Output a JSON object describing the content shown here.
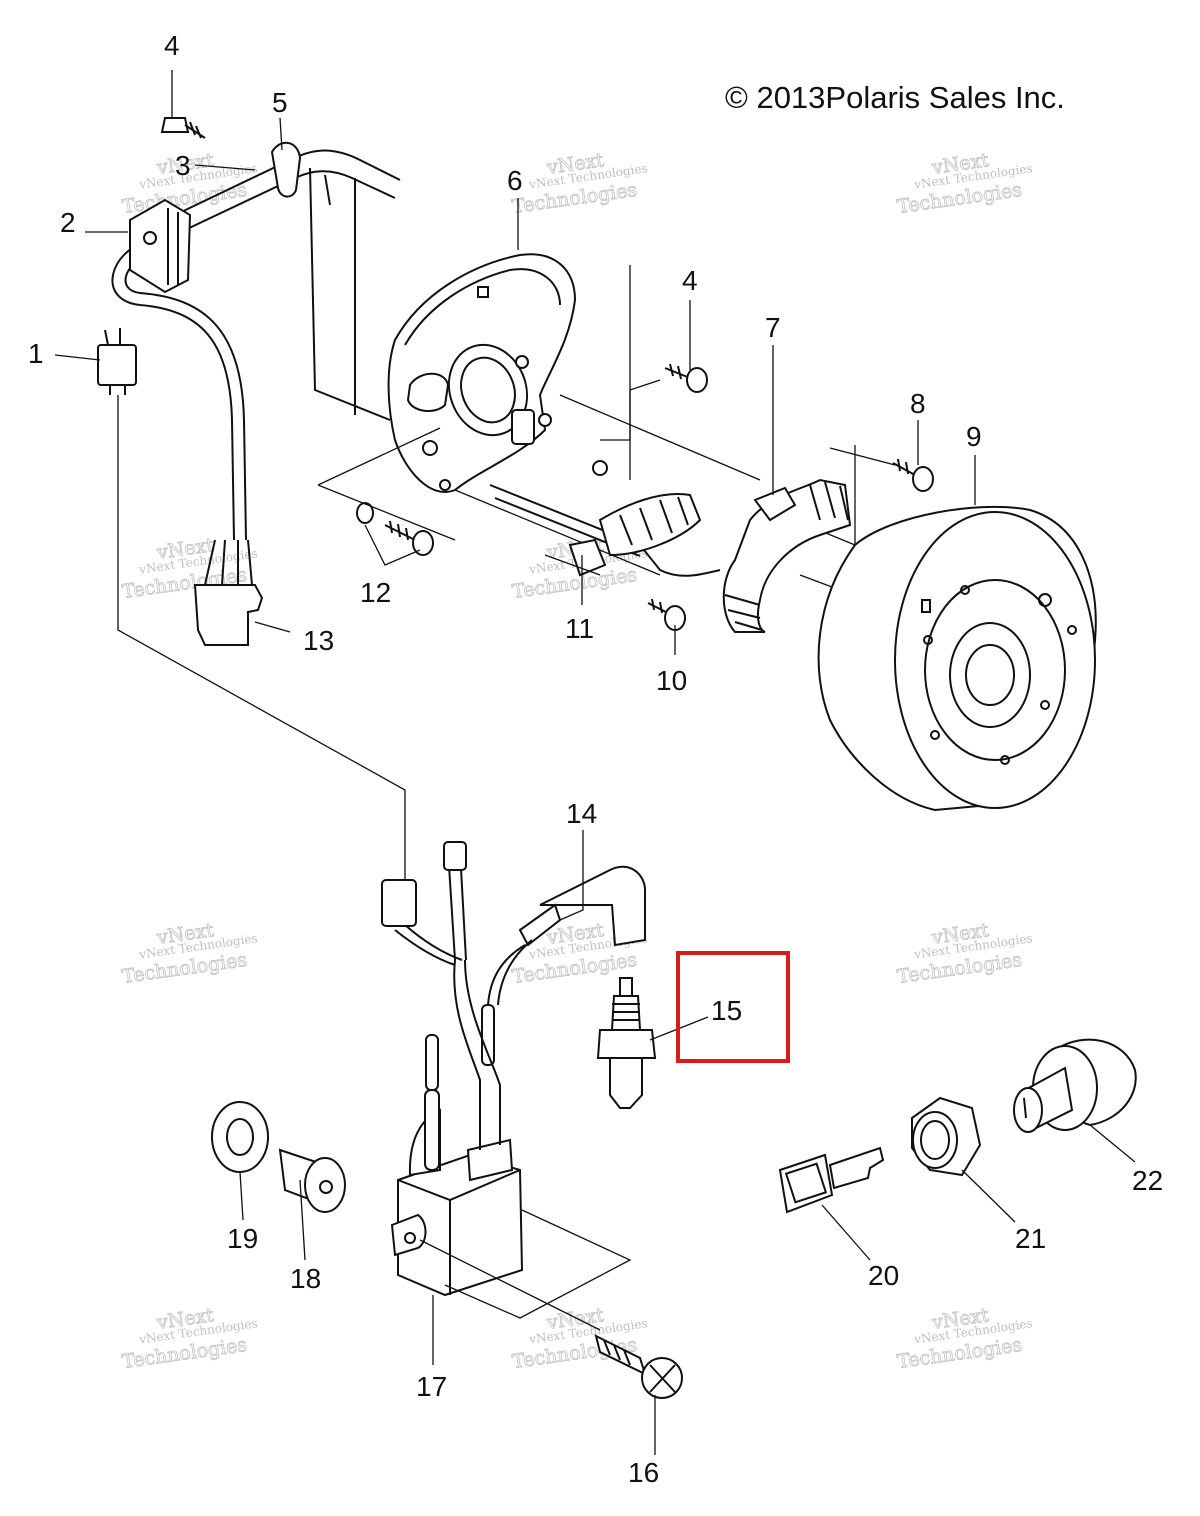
{
  "copyright": "© 2013Polaris Sales Inc.",
  "watermark": {
    "line1": "vNext",
    "line2": "vNext Technologies",
    "line3": "Technologies"
  },
  "callouts": [
    "1",
    "2",
    "3",
    "4",
    "5",
    "6",
    "4",
    "7",
    "8",
    "9",
    "10",
    "11",
    "12",
    "13",
    "14",
    "15",
    "16",
    "17",
    "18",
    "19",
    "20",
    "21",
    "22"
  ],
  "highlight": {
    "item": "15",
    "color": "#d81b1b"
  }
}
